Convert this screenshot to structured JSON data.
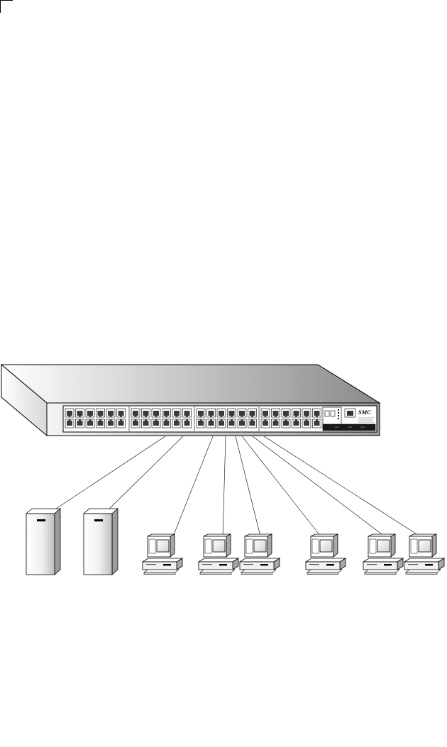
{
  "diagram": {
    "switch": {
      "brand": "SMC",
      "port_groups": 4,
      "ports_per_row": 6,
      "rows": 2
    },
    "servers": [
      {
        "id": "server-1"
      },
      {
        "id": "server-2"
      }
    ],
    "workstations": [
      {
        "id": "workstation-1"
      },
      {
        "id": "workstation-2"
      },
      {
        "id": "workstation-3"
      },
      {
        "id": "workstation-4"
      },
      {
        "id": "workstation-5"
      },
      {
        "id": "workstation-6"
      }
    ],
    "connections": [
      {
        "from": "switch",
        "to": "server-1"
      },
      {
        "from": "switch",
        "to": "server-2"
      },
      {
        "from": "switch",
        "to": "workstation-1"
      },
      {
        "from": "switch",
        "to": "workstation-2"
      },
      {
        "from": "switch",
        "to": "workstation-3"
      },
      {
        "from": "switch",
        "to": "workstation-4"
      },
      {
        "from": "switch",
        "to": "workstation-5"
      },
      {
        "from": "switch",
        "to": "workstation-6"
      }
    ],
    "colors": {
      "line": "#000000",
      "panel": "#ffffff"
    }
  }
}
